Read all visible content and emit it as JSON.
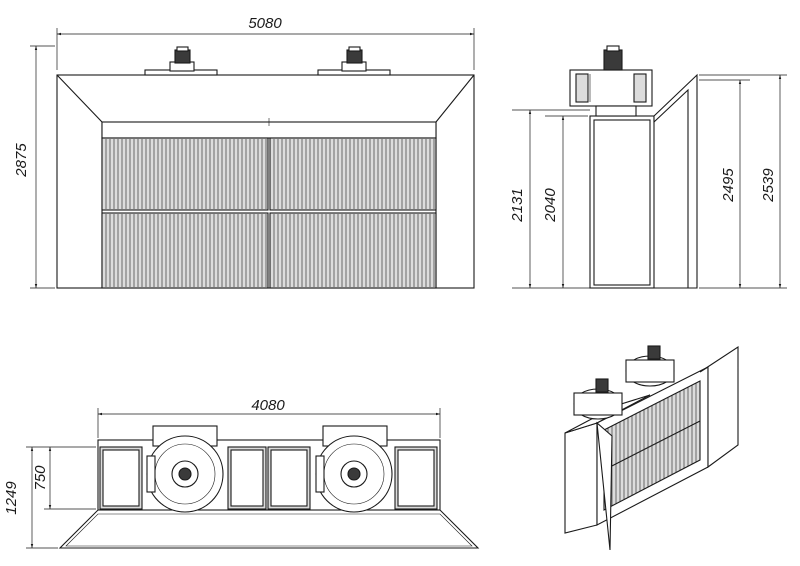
{
  "dimensions": {
    "front_width": "5080",
    "front_height": "2875",
    "side_h1": "2131",
    "side_h2": "2040",
    "side_h3": "2495",
    "side_h4": "2539",
    "top_width": "4080",
    "top_d1": "750",
    "top_d2": "1249"
  },
  "colors": {
    "line": "#1a1a1a",
    "panel_fill": "#dcdcdc",
    "motor_fill": "#3a3a3a",
    "background": "#ffffff"
  }
}
